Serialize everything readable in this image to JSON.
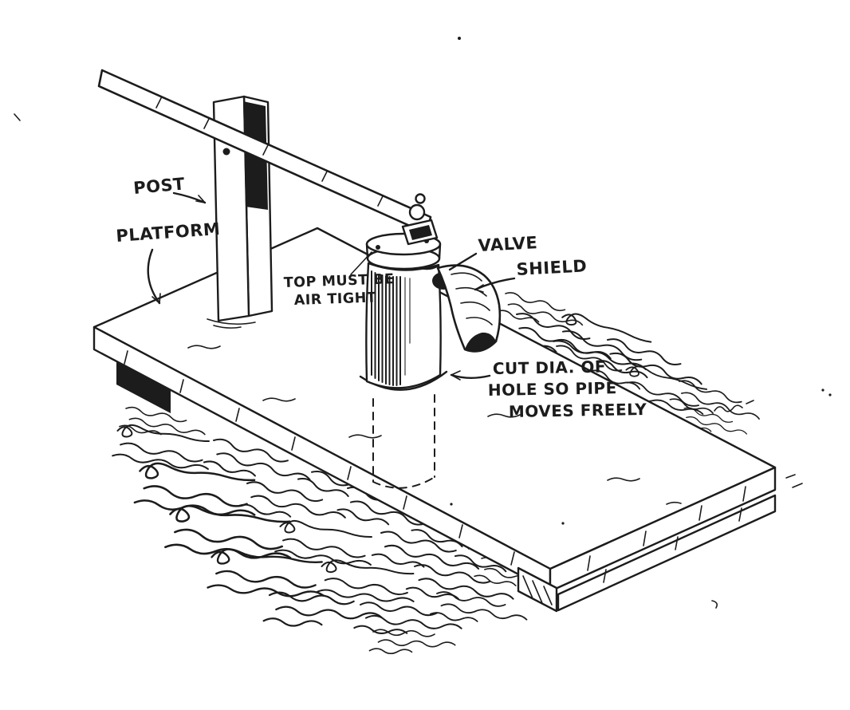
{
  "theme": {
    "ink": "#1c1c1c",
    "paper": "#ffffff"
  },
  "labels": {
    "post": "POST",
    "platform": "PLATFORM",
    "airtight_line1": "TOP MUST BE",
    "airtight_line2": "AIR TIGHT",
    "valve": "VALVE",
    "shield": "SHIELD",
    "hole_line1": "CUT DIA. OF",
    "hole_line2": "HOLE SO PIPE",
    "hole_line3": "MOVES FREELY"
  }
}
